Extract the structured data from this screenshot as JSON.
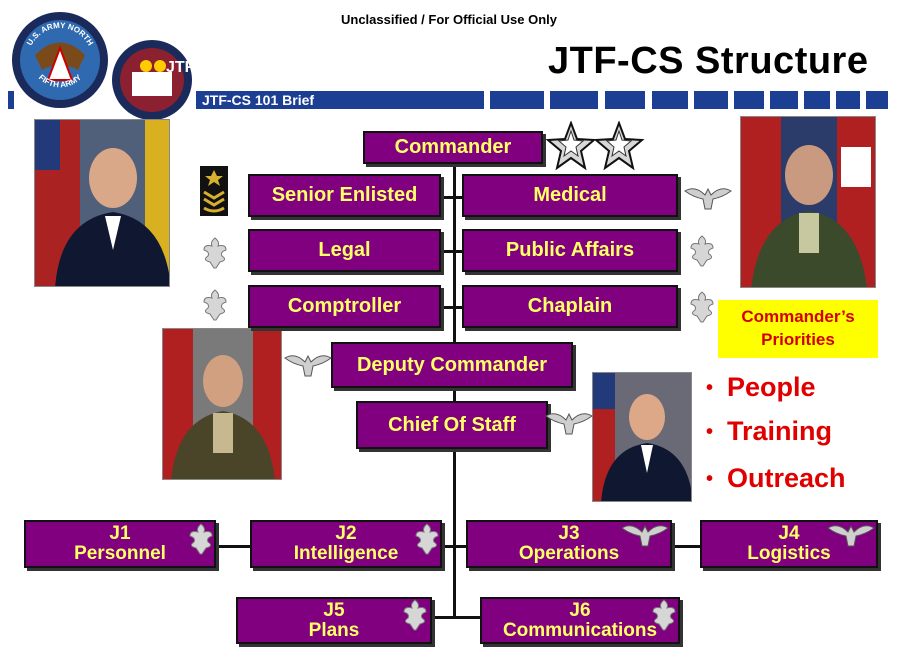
{
  "header": {
    "classification": "Unclassified / For Official Use Only",
    "title": "JTF-CS Structure",
    "banner_label": "JTF-CS 101 Brief"
  },
  "logos": {
    "army_north": {
      "top_text": "U.S. ARMY NORTH",
      "bottom_text": "FIFTH ARMY"
    },
    "jtf_cs": {
      "text": "JTF"
    }
  },
  "org_chart": {
    "commander": "Commander",
    "senior_enlisted": "Senior Enlisted",
    "medical": "Medical",
    "legal": "Legal",
    "public_affairs": "Public Affairs",
    "comptroller": "Comptroller",
    "chaplain": "Chaplain",
    "deputy_commander": "Deputy Commander",
    "chief_of_staff": "Chief Of Staff",
    "j1": {
      "code": "J1",
      "name": "Personnel"
    },
    "j2": {
      "code": "J2",
      "name": "Intelligence"
    },
    "j3": {
      "code": "J3",
      "name": "Operations"
    },
    "j4": {
      "code": "J4",
      "name": "Logistics"
    },
    "j5": {
      "code": "J5",
      "name": "Plans"
    },
    "j6": {
      "code": "J6",
      "name": "Communications"
    }
  },
  "priorities": {
    "heading_line1": "Commander’s",
    "heading_line2": "Priorities",
    "items": [
      "People",
      "Training",
      "Outreach"
    ],
    "bullet": "•"
  },
  "colors": {
    "box_fill": "#800080",
    "box_text": "#ffff66",
    "banner": "#1c3f94",
    "priority_text": "#e00000",
    "priority_box": "#ffff00"
  },
  "icons": {
    "two_star": "star-icon",
    "colonel": "eagle-insignia-icon",
    "lt_colonel": "oak-leaf-icon",
    "senior_enlisted": "chevron-badge-icon"
  }
}
